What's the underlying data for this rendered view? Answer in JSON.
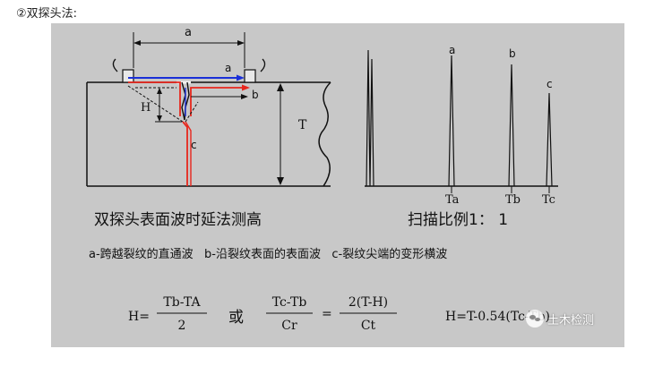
{
  "caption": "②双探头法:",
  "diagram": {
    "label_a_top": "a",
    "label_a_beam": "a",
    "label_b_beam": "b",
    "label_c_beam": "c",
    "label_H": "H",
    "label_T": "T",
    "peak_labels": [
      "a",
      "b",
      "c"
    ],
    "axis_labels": [
      "Ta",
      "Tb",
      "Tc"
    ],
    "title_left": "双探头表面波时延法测高",
    "title_right": "扫描比例1： 1",
    "description": "a-跨越裂纹的直通波   b-沿裂纹表面的表面波   c-裂纹尖端的变形横波",
    "formula": {
      "lhs": "H=",
      "frac1_num": "Tb-TA",
      "frac1_den": "2",
      "or": "或",
      "frac2_num": "Tc-Tb",
      "frac2_den": "Cr",
      "equals": "=",
      "frac3_num": "2(T-H)",
      "frac3_den": "Ct",
      "formula3": "H=T-0.54(Tc-Tb)"
    },
    "colors": {
      "beam_blue": "#1a2fd8",
      "beam_red": "#e8261c"
    }
  },
  "watermark": {
    "text": "土木检测"
  }
}
